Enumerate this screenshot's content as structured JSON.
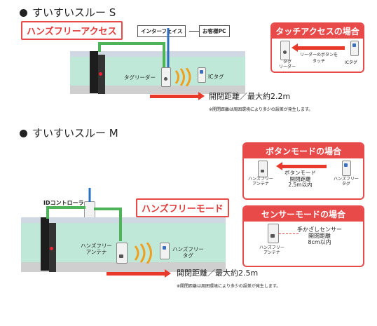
{
  "section_s": {
    "title": "すいすいスルー S",
    "mode_label": "ハンズフリーアクセス",
    "interface_label": "インターフェイス",
    "pc_label": "お客様PC",
    "reader_label": "タグリーダー",
    "tag_label": "ICタグ",
    "distance_text": "開閉距離／最大約2.2m",
    "note": "※開閉距離は周囲環境により多少の誤差が発生します。",
    "touch_callout": {
      "title": "タッチアクセスの場合",
      "instruction": "リーダーのボタンを",
      "touch": "タッチ",
      "reader_label_1": "タグ",
      "reader_label_2": "リーダー",
      "tag_label": "ICタグ"
    }
  },
  "section_m": {
    "title": "すいすいスルー M",
    "controller_label": "IDコントローラ",
    "mode_label": "ハンズフリーモード",
    "antenna_label_1": "ハンズフリー",
    "antenna_label_2": "アンテナ",
    "tag_label_1": "ハンズフリー",
    "tag_label_2": "タグ",
    "distance_text": "開閉距離／最大約2.5m",
    "note": "※開閉距離は周囲環境により多少の誤差が発生します。",
    "button_callout": {
      "title": "ボタンモードの場合",
      "mode_line": "ボタンモード",
      "distance_label": "開閉距離",
      "distance_value": "2.5m以内",
      "antenna_1": "ハンズフリー",
      "antenna_2": "アンテナ",
      "tag_1": "ハンズフリー",
      "tag_2": "タグ"
    },
    "sensor_callout": {
      "title": "センサーモードの場合",
      "line1": "手かざしセンサー",
      "distance_label": "開閉距離",
      "distance_value": "8cm以内",
      "antenna_1": "ハンズフリー",
      "antenna_2": "アンテナ"
    }
  },
  "colors": {
    "accent_red": "#e84a4a",
    "wall_green": "#bfe8d8",
    "cable_green": "#4fb35a",
    "cable_blue": "#2a6fc0",
    "wave_orange": "#f0a020"
  }
}
